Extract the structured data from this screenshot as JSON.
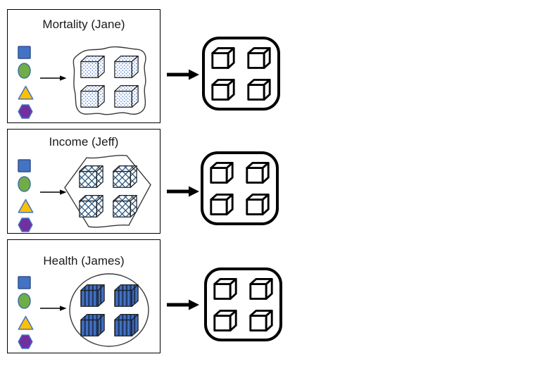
{
  "diagram": {
    "rows": [
      {
        "title": "Mortality (Jane)",
        "measure": "Mortality",
        "analyst": "Jane",
        "input_icons": [
          "blue-square",
          "green-ellipse",
          "yellow-triangle",
          "purple-hexagon"
        ],
        "process_container": "wavy-square",
        "process_cube_texture": "dotted",
        "process_cube_count": 4,
        "output_container": "rounded-square",
        "output_cube_count": 4
      },
      {
        "title": "Income (Jeff)",
        "measure": "Income",
        "analyst": "Jeff",
        "input_icons": [
          "blue-square",
          "green-ellipse",
          "yellow-triangle",
          "purple-hexagon"
        ],
        "process_container": "hexagon-blob",
        "process_cube_texture": "diamond-check",
        "process_cube_count": 4,
        "output_container": "rounded-square",
        "output_cube_count": 4
      },
      {
        "title": "Health (James)",
        "measure": "Health",
        "analyst": "James",
        "input_icons": [
          "blue-square",
          "green-ellipse",
          "yellow-triangle",
          "purple-hexagon"
        ],
        "process_container": "circle",
        "process_cube_texture": "striped",
        "process_cube_count": 4,
        "output_container": "rounded-square",
        "output_cube_count": 4
      }
    ],
    "colors": {
      "icon_square_fill": "#4472C4",
      "icon_ellipse_fill": "#70AD47",
      "icon_triangle_fill": "#FFC000",
      "icon_hexagon_fill": "#7030A0",
      "dot_texture_bg": "#FFFFFF",
      "dot_texture_dot": "#4472C4",
      "diamond_texture_bg": "#1F4E79",
      "diamond_texture_fg": "#FFFFFF",
      "stripe_texture_bg": "#4472C4",
      "stripe_texture_fg": "#1F3864",
      "outline": "#000000"
    }
  }
}
